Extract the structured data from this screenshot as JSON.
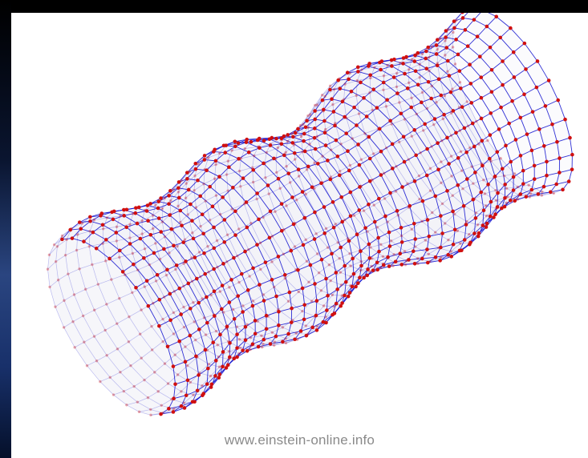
{
  "figure": {
    "caption": "www.einstein-online.info",
    "colors": {
      "background": "#000000",
      "panel": "#ffffff",
      "mesh_line": "#1a1ad0",
      "mesh_node": "#d01010",
      "surface_shade": "#d8d8e8"
    },
    "tube": {
      "rings": 40,
      "nodes_per_ring": 28,
      "bulges": 3
    }
  }
}
